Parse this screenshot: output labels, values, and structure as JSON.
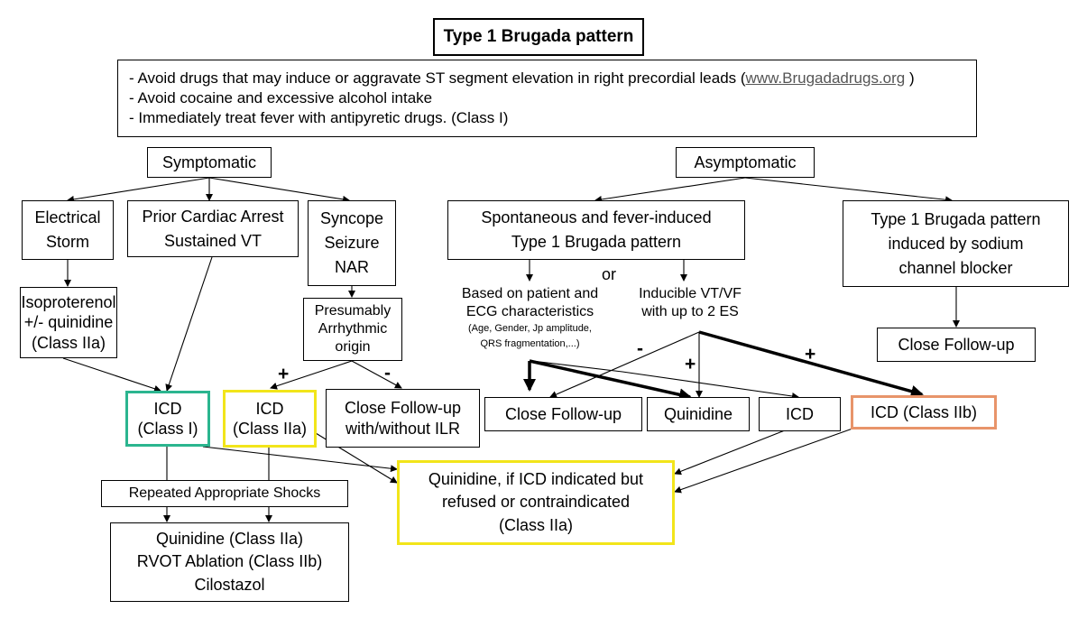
{
  "title": "Type 1 Brugada pattern",
  "advice": {
    "line1_text": "- Avoid drugs that may induce or aggravate ST segment elevation  in right precordial leads (",
    "line1_link": "www.Brugadadrugs.org",
    "line1_end": " )",
    "line2": "- Avoid cocaine and excessive alcohol intake",
    "line3": "- Immediately treat fever with antipyretic drugs.     (Class I)"
  },
  "symptomatic": {
    "label": "Symptomatic",
    "electrical_storm": [
      "Electrical",
      "Storm"
    ],
    "prior_arrest": [
      "Prior Cardiac Arrest",
      "Sustained VT"
    ],
    "syncope": [
      "Syncope",
      "Seizure",
      "NAR"
    ],
    "isoproterenol": [
      "Isoproterenol",
      "+/- quinidine",
      "(Class IIa)"
    ],
    "arrhythmic_origin": [
      "Presumably",
      "Arrhythmic",
      "origin"
    ],
    "icd_class1": [
      "ICD",
      "(Class I)"
    ],
    "icd_class2a": [
      "ICD",
      "(Class IIa)"
    ],
    "close_followup_ilr": [
      "Close Follow-up",
      "with/without ILR"
    ],
    "plus": "+",
    "minus": "-",
    "repeated_shocks": "Repeated Appropriate Shocks",
    "therapies": [
      "Quinidine (Class IIa)",
      "RVOT Ablation (Class IIb)",
      "Cilostazol"
    ]
  },
  "asymptomatic": {
    "label": "Asymptomatic",
    "spontaneous": [
      "Spontaneous and fever-induced",
      "Type 1 Brugada pattern"
    ],
    "induced": [
      "Type 1 Brugada pattern",
      "induced by sodium",
      "channel blocker"
    ],
    "or": "or",
    "patient_ecg": [
      "Based on patient and",
      "ECG characteristics"
    ],
    "patient_ecg_detail": [
      "(Age, Gender, Jp amplitude,",
      "QRS fragmentation,...)"
    ],
    "inducible": [
      "Inducible VT/VF",
      "with up to 2 ES"
    ],
    "minus": "-",
    "plus_quinidine": "+",
    "plus_icd": "+",
    "close_followup": "Close Follow-up",
    "quinidine": "Quinidine",
    "icd": "ICD",
    "icd_class2b": "ICD (Class IIb)",
    "close_followup_right": "Close Follow-up"
  },
  "quinidine_refused": [
    "Quinidine, if ICD indicated but",
    "refused or contraindicated",
    "(Class IIa)"
  ],
  "colors": {
    "icd_class1_border": "#2bb58f",
    "icd_class2a_border": "#f2e51a",
    "icd_class2b_border": "#e8946a",
    "quinidine_refused_border": "#f2e51a",
    "link": "#555555"
  }
}
